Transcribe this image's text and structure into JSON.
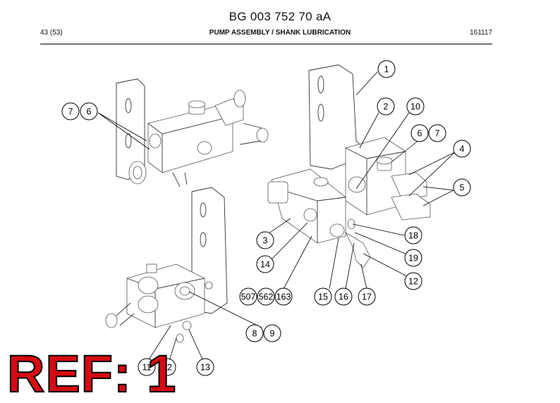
{
  "header": {
    "doc_number": "BG 003 752 70 aA",
    "page": "43 (53)",
    "title": "PUMP ASSEMBLY / SHANK LUBRICATION",
    "date_code": "161117"
  },
  "callouts": [
    "1",
    "2",
    "10",
    "6",
    "7",
    "4",
    "5",
    "18",
    "19",
    "12",
    "3",
    "14",
    "507",
    "562",
    "163",
    "15",
    "16",
    "17",
    "7",
    "6",
    "8",
    "9",
    "11",
    "12",
    "13"
  ],
  "ref_badge": "REF: 1"
}
